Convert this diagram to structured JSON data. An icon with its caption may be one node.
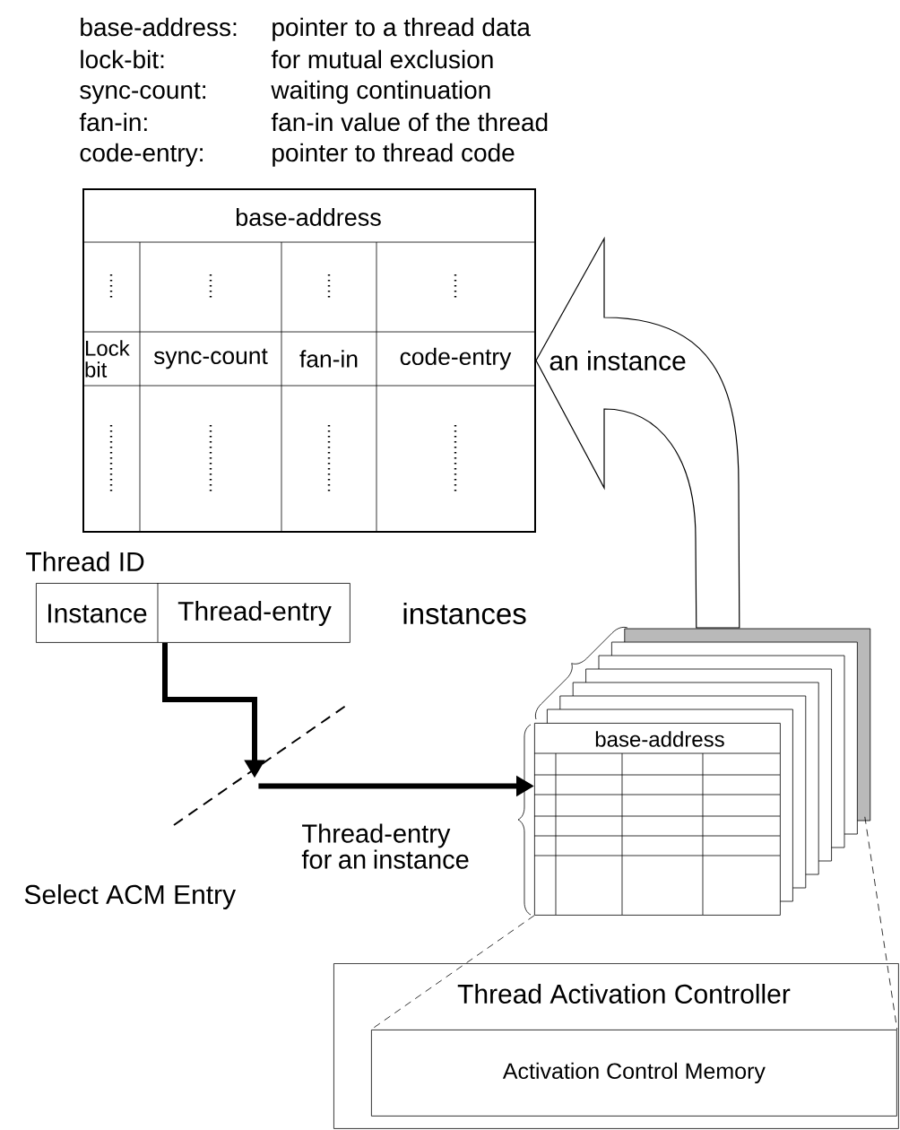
{
  "diagram": {
    "nodes": [
      {
        "text": [
          "base-address",
          "Lock bit",
          "sync-count",
          "fan-in",
          "code-entry"
        ]
      },
      {
        "text": [
          "Thread ID",
          "Instance",
          "Thread-entry"
        ]
      },
      {
        "text": [],
        "shape": "line"
      },
      {
        "text": [
          "base-address"
        ]
      },
      {
        "text": [
          "Thread Activation Controller"
        ]
      },
      {
        "text": [
          "Activation Control Memory"
        ],
        "in": 4
      }
    ],
    "edges": [
      {
        "from": 1,
        "to": 2,
        "arrow": "to",
        "style": "thick"
      },
      {
        "from": 2,
        "to": 3,
        "arrow": "to",
        "style": "thick"
      },
      {
        "from": 3,
        "to": 0,
        "arrow": "to",
        "label": "an instance"
      },
      {
        "from": 3,
        "to": 5,
        "arrow": "none",
        "style": "dashed"
      },
      {
        "from": 3,
        "to": 5,
        "arrow": "none",
        "style": "dashed"
      }
    ],
    "labels": [
      "base-address:",
      "pointer to a thread data",
      "lock-bit:",
      "for mutual exclusion",
      "sync-count:",
      "waiting continuation",
      "fan-in:",
      "fan-in value of the thread",
      "code-entry:",
      "pointer to thread code",
      "instances",
      "Thread-entry for an instance",
      "Select ACM Entry"
    ]
  }
}
